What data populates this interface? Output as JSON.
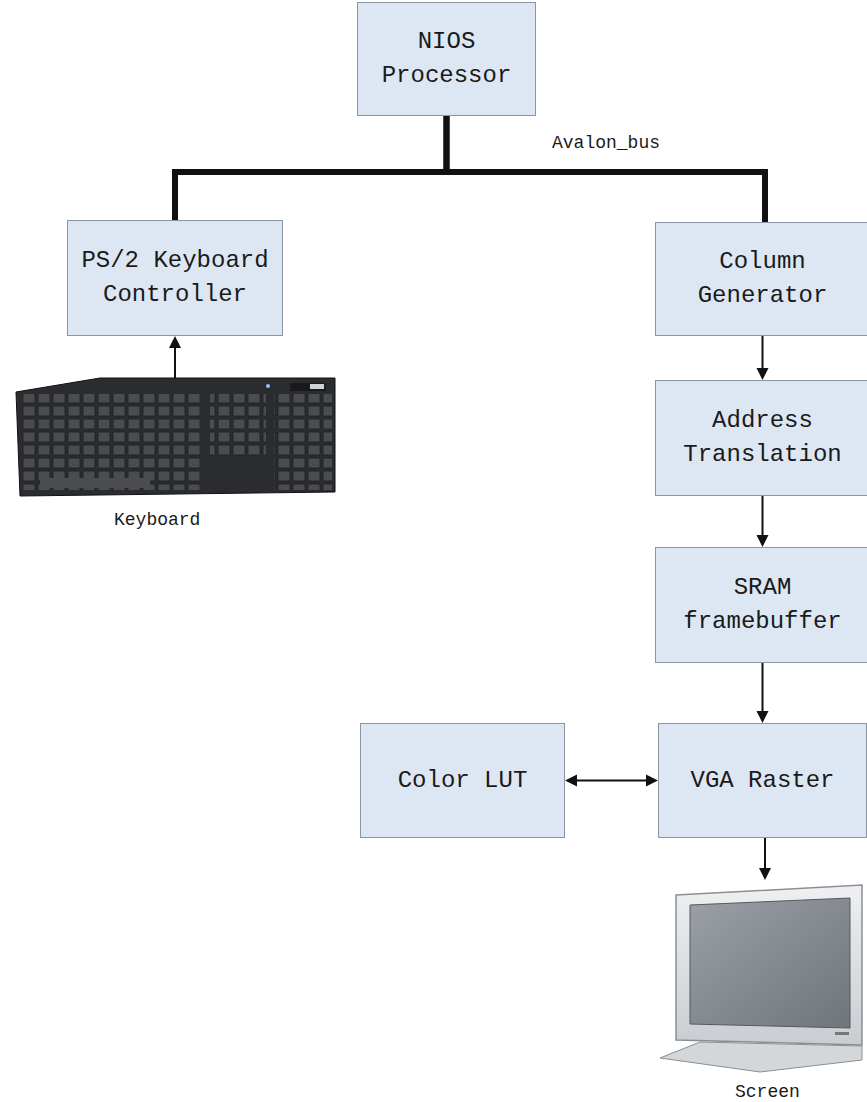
{
  "diagram": {
    "nodes": [
      {
        "text": [
          "NIOS Processor"
        ]
      },
      {
        "text": [
          "PS/2 Keyboard Controller"
        ]
      },
      {
        "text": [
          "Column Generator"
        ]
      },
      {
        "text": [
          "Address Translation"
        ]
      },
      {
        "text": [
          "SRAM framebuffer"
        ]
      },
      {
        "text": [
          "VGA Raster"
        ]
      },
      {
        "text": [
          "Color LUT"
        ]
      }
    ],
    "edges": [
      {
        "from": 0,
        "to": 1,
        "arrow": "none"
      },
      {
        "from": 0,
        "to": 2,
        "arrow": "none"
      },
      {
        "from": 2,
        "to": 3,
        "arrow": "to"
      },
      {
        "from": 3,
        "to": 4,
        "arrow": "to"
      },
      {
        "from": 4,
        "to": 5,
        "arrow": "to"
      },
      {
        "from": 6,
        "to": 5,
        "arrow": "both"
      }
    ],
    "labels": [
      "Avalon_bus",
      "Keyboard",
      "Screen"
    ]
  }
}
